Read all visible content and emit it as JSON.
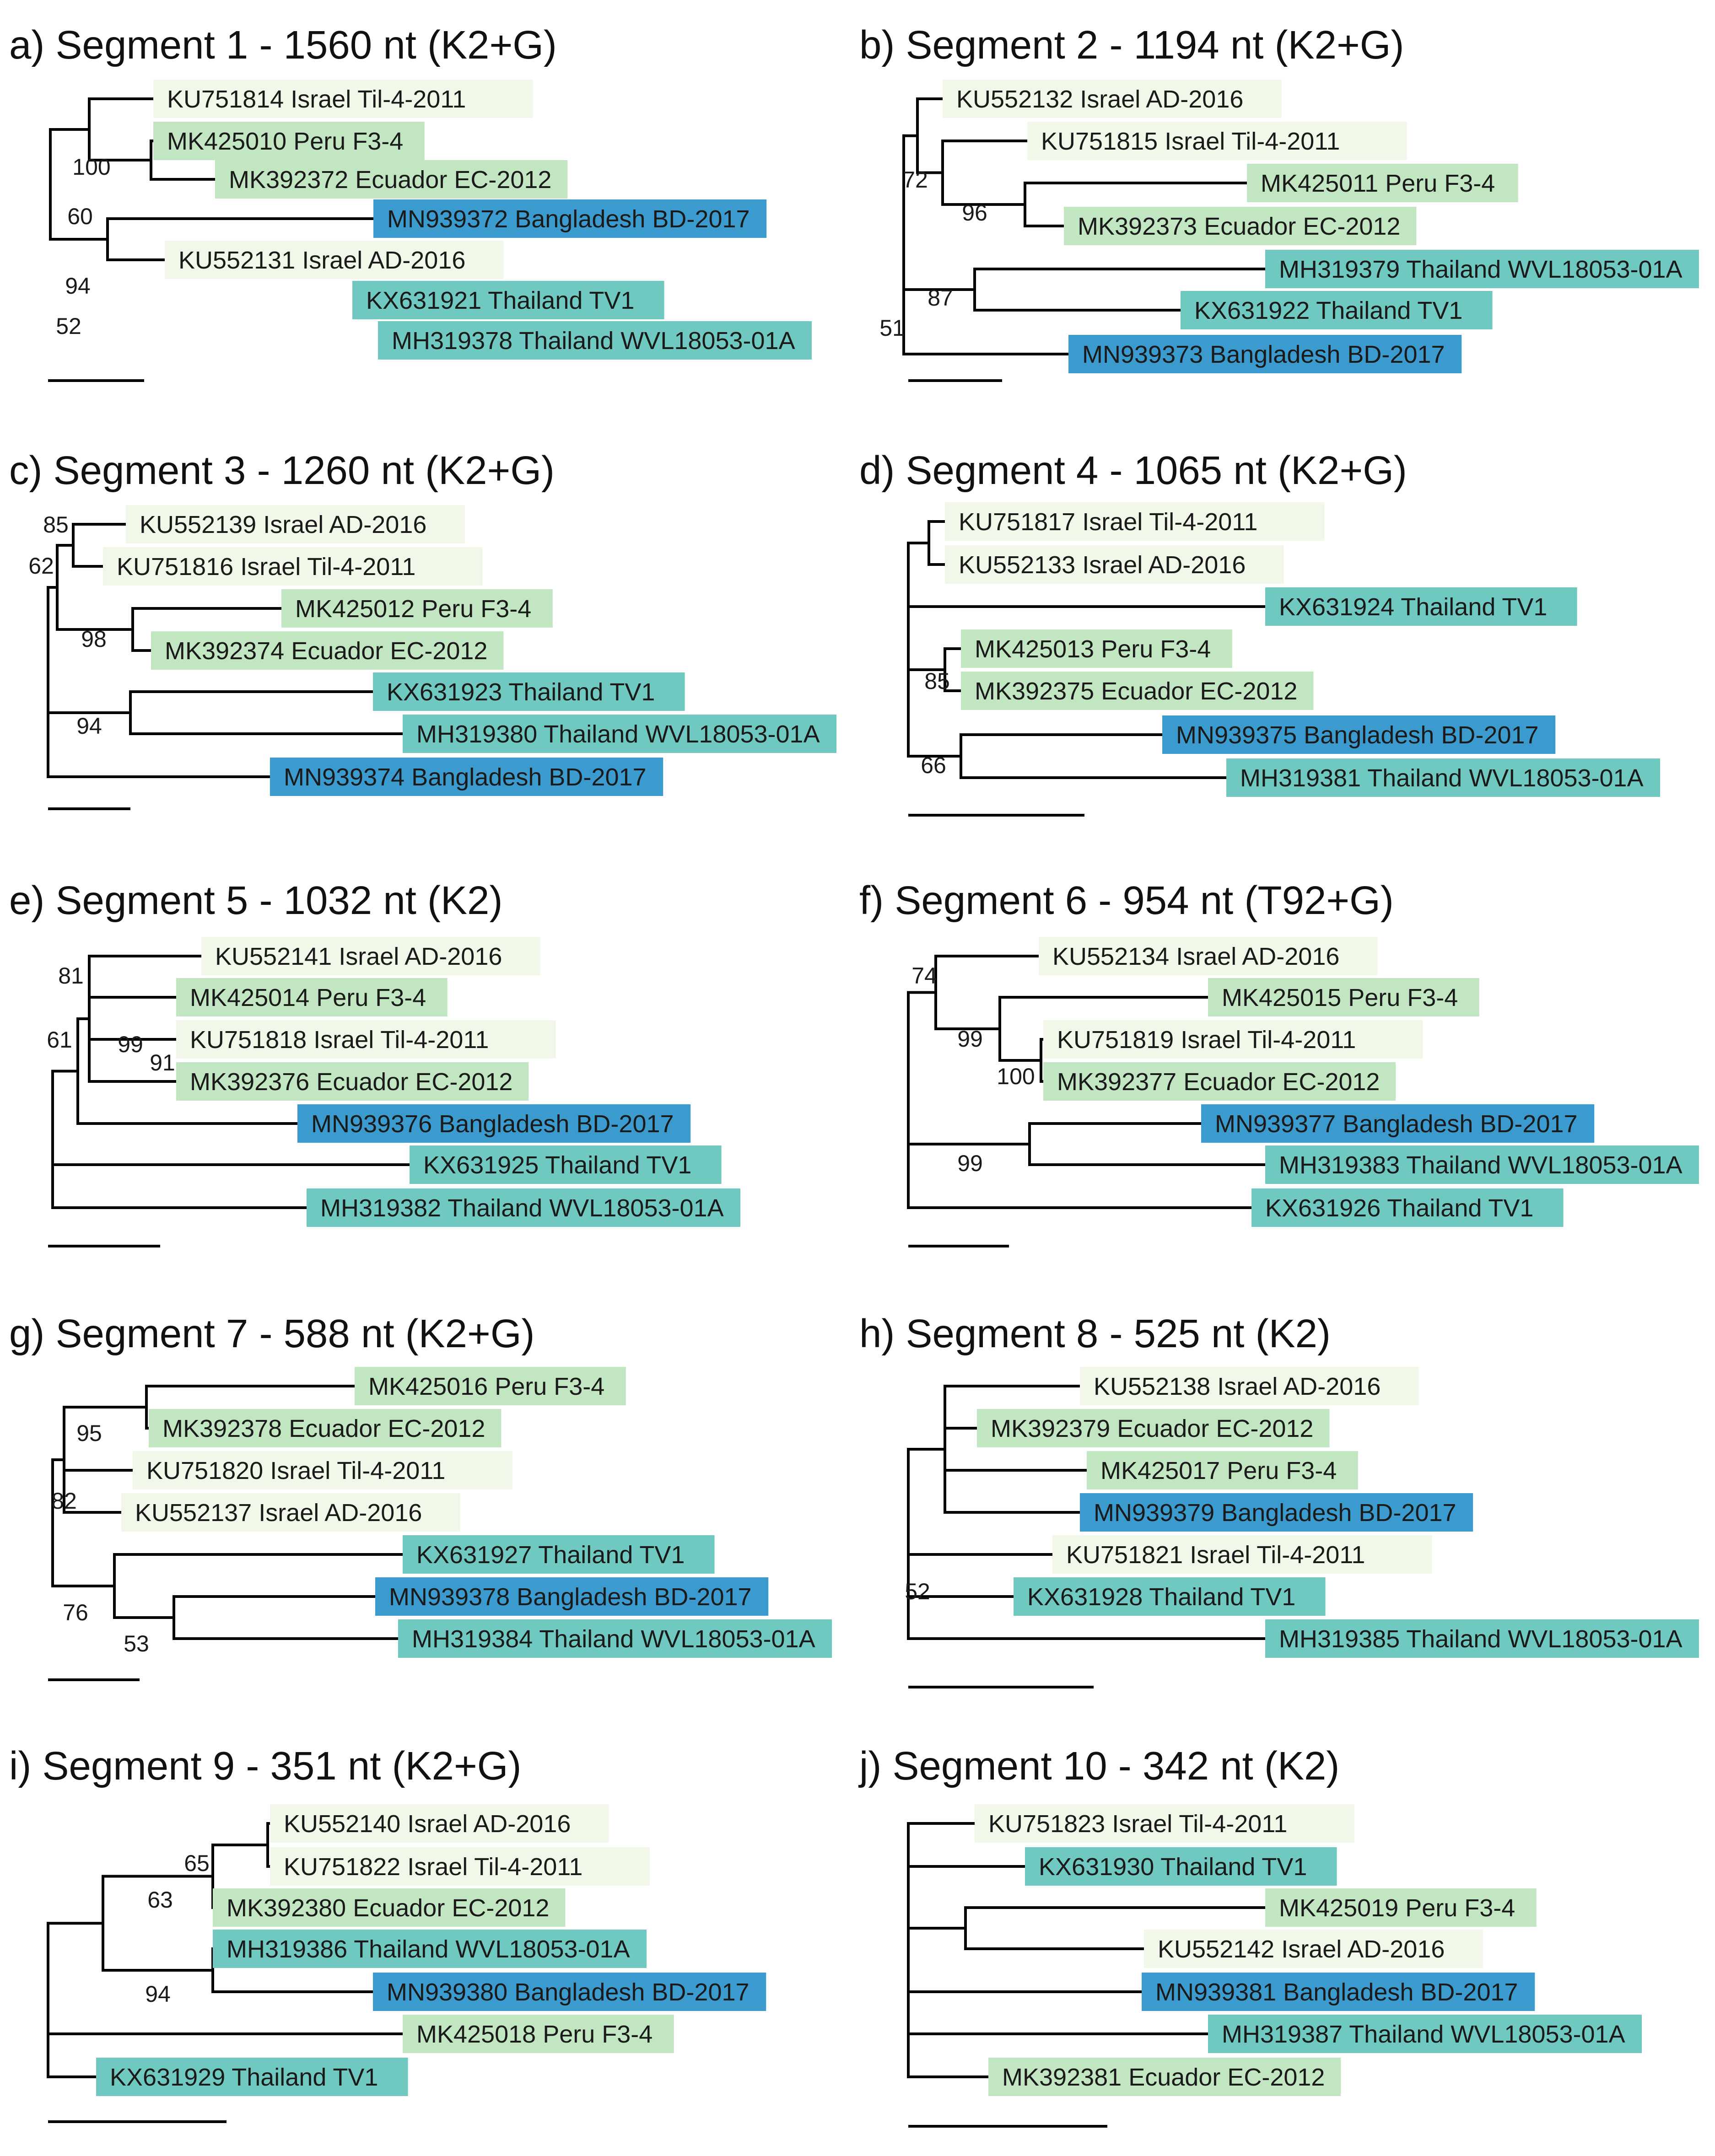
{
  "colors": {
    "Israel": "#f1f8ea",
    "Peru": "#c1e6c1",
    "Ecuador": "#c1e6c1",
    "Thailand": "#70c9c0",
    "Bangladesh": "#3b9bce"
  },
  "panels": [
    {
      "title": "a) Segment 1 - 1560 nt (K2+G)",
      "tips": [
        {
          "label": "KU751814 Israel Til-4-2011",
          "group": "Israel"
        },
        {
          "label": "MK425010 Peru F3-4",
          "group": "Peru"
        },
        {
          "label": "MK392372 Ecuador EC-2012",
          "group": "Ecuador"
        },
        {
          "label": "MN939372 Bangladesh BD-2017",
          "group": "Bangladesh"
        },
        {
          "label": "KU552131 Israel AD-2016",
          "group": "Israel"
        },
        {
          "label": "KX631921 Thailand TV1",
          "group": "Thailand"
        },
        {
          "label": "MH319378 Thailand WVL18053-01A",
          "group": "Thailand"
        }
      ],
      "bootstraps": [
        "100",
        "60",
        "94",
        "52"
      ]
    },
    {
      "title": "b) Segment 2 - 1194 nt (K2+G)",
      "tips": [
        {
          "label": "KU552132 Israel AD-2016",
          "group": "Israel"
        },
        {
          "label": "KU751815 Israel Til-4-2011",
          "group": "Israel"
        },
        {
          "label": "MK425011 Peru F3-4",
          "group": "Peru"
        },
        {
          "label": "MK392373 Ecuador EC-2012",
          "group": "Ecuador"
        },
        {
          "label": "MH319379 Thailand WVL18053-01A",
          "group": "Thailand"
        },
        {
          "label": "KX631922 Thailand TV1",
          "group": "Thailand"
        },
        {
          "label": "MN939373 Bangladesh BD-2017",
          "group": "Bangladesh"
        }
      ],
      "bootstraps": [
        "72",
        "96",
        "87",
        "51"
      ]
    },
    {
      "title": "c) Segment 3 - 1260 nt (K2+G)",
      "tips": [
        {
          "label": "KU552139 Israel AD-2016",
          "group": "Israel"
        },
        {
          "label": "KU751816 Israel Til-4-2011",
          "group": "Israel"
        },
        {
          "label": "MK425012 Peru F3-4",
          "group": "Peru"
        },
        {
          "label": "MK392374 Ecuador EC-2012",
          "group": "Ecuador"
        },
        {
          "label": "KX631923 Thailand TV1",
          "group": "Thailand"
        },
        {
          "label": "MH319380 Thailand WVL18053-01A",
          "group": "Thailand"
        },
        {
          "label": "MN939374 Bangladesh BD-2017",
          "group": "Bangladesh"
        }
      ],
      "bootstraps": [
        "85",
        "62",
        "98",
        "94"
      ]
    },
    {
      "title": "d) Segment 4 - 1065 nt (K2+G)",
      "tips": [
        {
          "label": "KU751817 Israel Til-4-2011",
          "group": "Israel"
        },
        {
          "label": "KU552133 Israel AD-2016",
          "group": "Israel"
        },
        {
          "label": "KX631924 Thailand TV1",
          "group": "Thailand"
        },
        {
          "label": "MK425013 Peru F3-4",
          "group": "Peru"
        },
        {
          "label": "MK392375 Ecuador EC-2012",
          "group": "Ecuador"
        },
        {
          "label": "MN939375 Bangladesh BD-2017",
          "group": "Bangladesh"
        },
        {
          "label": "MH319381 Thailand WVL18053-01A",
          "group": "Thailand"
        }
      ],
      "bootstraps": [
        "85",
        "66"
      ]
    },
    {
      "title": "e) Segment 5 - 1032 nt (K2)",
      "tips": [
        {
          "label": "KU552141 Israel AD-2016",
          "group": "Israel"
        },
        {
          "label": "MK425014 Peru F3-4",
          "group": "Peru"
        },
        {
          "label": "KU751818 Israel Til-4-2011",
          "group": "Israel"
        },
        {
          "label": "MK392376 Ecuador EC-2012",
          "group": "Ecuador"
        },
        {
          "label": "MN939376 Bangladesh BD-2017",
          "group": "Bangladesh"
        },
        {
          "label": "KX631925 Thailand TV1",
          "group": "Thailand"
        },
        {
          "label": "MH319382 Thailand WVL18053-01A",
          "group": "Thailand"
        }
      ],
      "bootstraps": [
        "81",
        "61",
        "99",
        "91"
      ]
    },
    {
      "title": "f) Segment 6 - 954 nt (T92+G)",
      "tips": [
        {
          "label": "KU552134 Israel AD-2016",
          "group": "Israel"
        },
        {
          "label": "MK425015 Peru F3-4",
          "group": "Peru"
        },
        {
          "label": "KU751819 Israel Til-4-2011",
          "group": "Israel"
        },
        {
          "label": "MK392377 Ecuador EC-2012",
          "group": "Ecuador"
        },
        {
          "label": "MN939377 Bangladesh BD-2017",
          "group": "Bangladesh"
        },
        {
          "label": "MH319383 Thailand WVL18053-01A",
          "group": "Thailand"
        },
        {
          "label": "KX631926 Thailand TV1",
          "group": "Thailand"
        }
      ],
      "bootstraps": [
        "74",
        "99",
        "100",
        "99"
      ]
    },
    {
      "title": "g) Segment 7 - 588 nt (K2+G)",
      "tips": [
        {
          "label": "MK425016 Peru F3-4",
          "group": "Peru"
        },
        {
          "label": "MK392378 Ecuador EC-2012",
          "group": "Ecuador"
        },
        {
          "label": "KU751820 Israel Til-4-2011",
          "group": "Israel"
        },
        {
          "label": "KU552137 Israel AD-2016",
          "group": "Israel"
        },
        {
          "label": "KX631927 Thailand TV1",
          "group": "Thailand"
        },
        {
          "label": "MN939378 Bangladesh BD-2017",
          "group": "Bangladesh"
        },
        {
          "label": "MH319384 Thailand WVL18053-01A",
          "group": "Thailand"
        }
      ],
      "bootstraps": [
        "95",
        "82",
        "76",
        "53"
      ]
    },
    {
      "title": "h) Segment 8 - 525 nt (K2)",
      "tips": [
        {
          "label": "KU552138 Israel AD-2016",
          "group": "Israel"
        },
        {
          "label": "MK392379 Ecuador EC-2012",
          "group": "Ecuador"
        },
        {
          "label": "MK425017 Peru F3-4",
          "group": "Peru"
        },
        {
          "label": "MN939379 Bangladesh BD-2017",
          "group": "Bangladesh"
        },
        {
          "label": "KU751821 Israel Til-4-2011",
          "group": "Israel"
        },
        {
          "label": "KX631928 Thailand TV1",
          "group": "Thailand"
        },
        {
          "label": "MH319385 Thailand WVL18053-01A",
          "group": "Thailand"
        }
      ],
      "bootstraps": [
        "52"
      ]
    },
    {
      "title": "i) Segment 9 - 351 nt (K2+G)",
      "tips": [
        {
          "label": "KU552140 Israel AD-2016",
          "group": "Israel"
        },
        {
          "label": "KU751822 Israel Til-4-2011",
          "group": "Israel"
        },
        {
          "label": "MK392380 Ecuador EC-2012",
          "group": "Ecuador"
        },
        {
          "label": "MH319386 Thailand WVL18053-01A",
          "group": "Thailand"
        },
        {
          "label": "MN939380 Bangladesh BD-2017",
          "group": "Bangladesh"
        },
        {
          "label": "MK425018 Peru F3-4",
          "group": "Peru"
        },
        {
          "label": "KX631929 Thailand TV1",
          "group": "Thailand"
        }
      ],
      "bootstraps": [
        "65",
        "63",
        "94"
      ]
    },
    {
      "title": "j) Segment 10 - 342 nt (K2)",
      "tips": [
        {
          "label": "KU751823 Israel Til-4-2011",
          "group": "Israel"
        },
        {
          "label": "KX631930 Thailand TV1",
          "group": "Thailand"
        },
        {
          "label": "MK425019 Peru F3-4",
          "group": "Peru"
        },
        {
          "label": "KU552142 Israel AD-2016",
          "group": "Israel"
        },
        {
          "label": "MN939381 Bangladesh BD-2017",
          "group": "Bangladesh"
        },
        {
          "label": "MH319387 Thailand WVL18053-01A",
          "group": "Thailand"
        },
        {
          "label": "MK392381 Ecuador EC-2012",
          "group": "Ecuador"
        }
      ],
      "bootstraps": []
    }
  ]
}
